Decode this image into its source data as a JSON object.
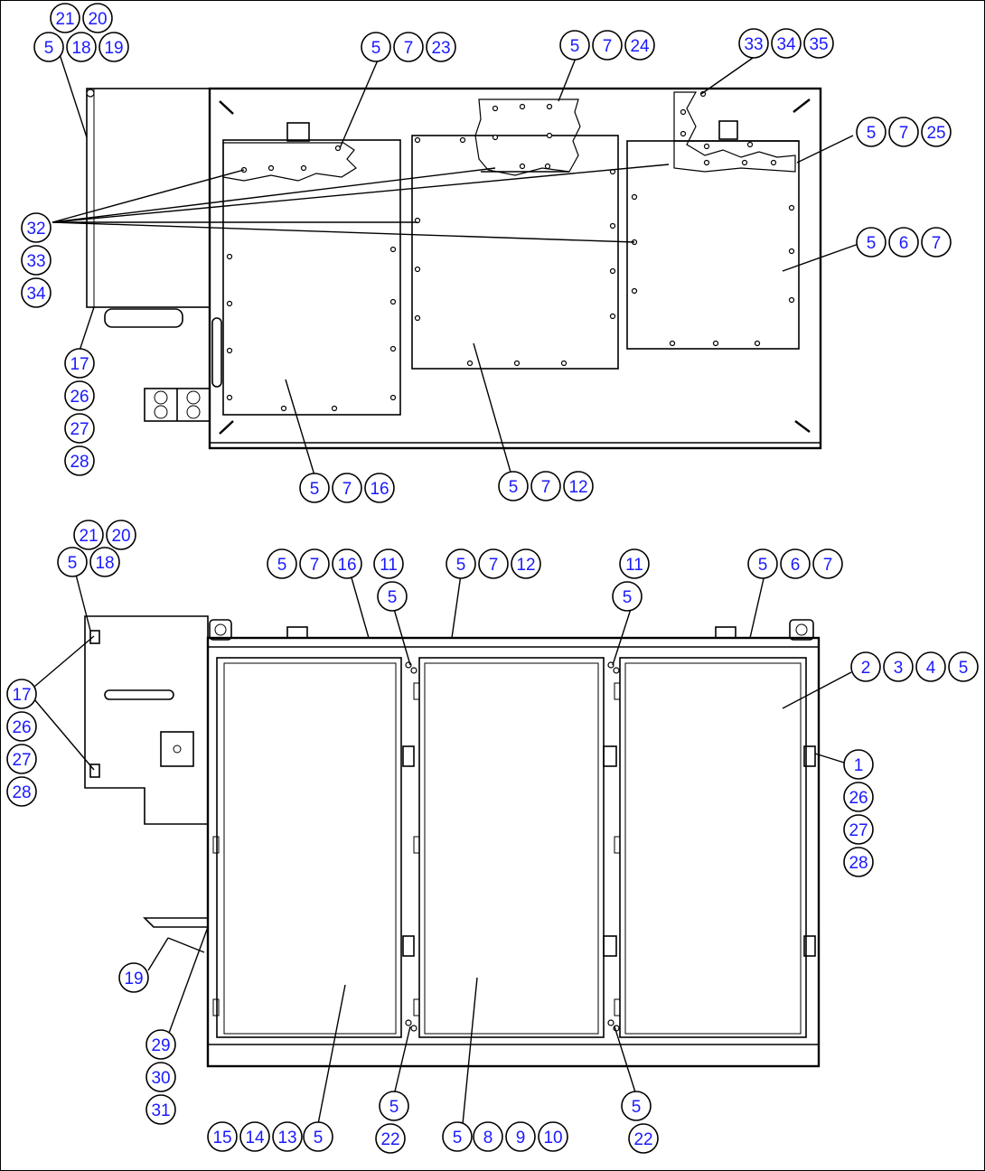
{
  "diagram": {
    "views": [
      {
        "name": "top-view",
        "callout_groups": [
          {
            "labels": [
              "21",
              "20"
            ]
          },
          {
            "labels": [
              "5",
              "18",
              "19"
            ]
          },
          {
            "labels": [
              "5",
              "7",
              "23"
            ]
          },
          {
            "labels": [
              "5",
              "7",
              "24"
            ]
          },
          {
            "labels": [
              "33",
              "34",
              "35"
            ]
          },
          {
            "labels": [
              "5",
              "7",
              "25"
            ]
          },
          {
            "labels": [
              "5",
              "6",
              "7"
            ]
          },
          {
            "labels": [
              "32",
              "33",
              "34"
            ]
          },
          {
            "labels": [
              "17",
              "26",
              "27",
              "28"
            ]
          },
          {
            "labels": [
              "5",
              "7",
              "16"
            ]
          },
          {
            "labels": [
              "5",
              "7",
              "12"
            ]
          }
        ]
      },
      {
        "name": "front-view",
        "callout_groups": [
          {
            "labels": [
              "21",
              "20"
            ]
          },
          {
            "labels": [
              "5",
              "18"
            ]
          },
          {
            "labels": [
              "5",
              "7",
              "16"
            ]
          },
          {
            "labels": [
              "11",
              "5"
            ]
          },
          {
            "labels": [
              "5",
              "7",
              "12"
            ]
          },
          {
            "labels": [
              "11",
              "5"
            ]
          },
          {
            "labels": [
              "5",
              "6",
              "7"
            ]
          },
          {
            "labels": [
              "2",
              "3",
              "4",
              "5"
            ]
          },
          {
            "labels": [
              "17",
              "26",
              "27",
              "28"
            ]
          },
          {
            "labels": [
              "1",
              "26",
              "27",
              "28"
            ]
          },
          {
            "labels": [
              "19"
            ]
          },
          {
            "labels": [
              "29",
              "30",
              "31"
            ]
          },
          {
            "labels": [
              "15",
              "14",
              "13",
              "5"
            ]
          },
          {
            "labels": [
              "5",
              "22"
            ]
          },
          {
            "labels": [
              "5",
              "8",
              "9",
              "10"
            ]
          },
          {
            "labels": [
              "5",
              "22"
            ]
          }
        ]
      }
    ]
  },
  "colors": {
    "callout_text": "#1a1aff",
    "line": "#000000",
    "background": "#ffffff"
  }
}
